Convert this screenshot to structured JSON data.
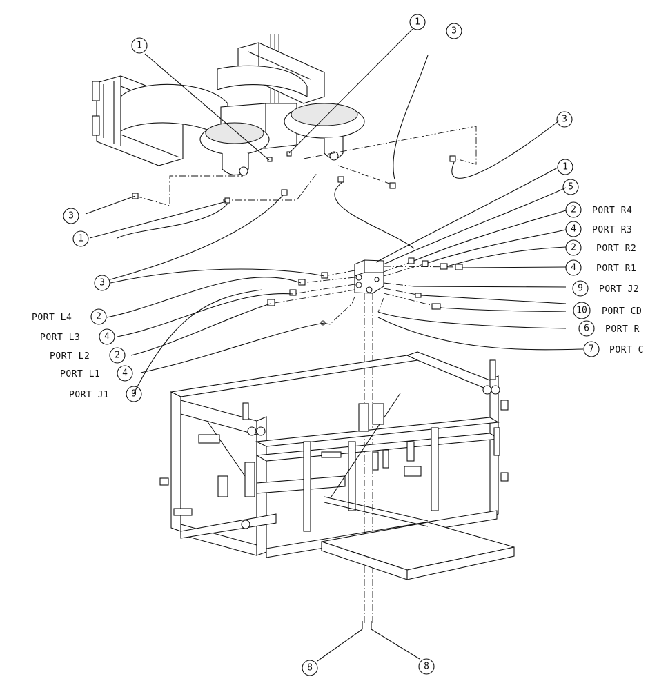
{
  "callouts": [
    {
      "id": "c-top-1a",
      "num": "1"
    },
    {
      "id": "c-top-1b",
      "num": "1"
    },
    {
      "id": "c-top-3a",
      "num": "3"
    },
    {
      "id": "c-3-right",
      "num": "3"
    },
    {
      "id": "c-1-right",
      "num": "1"
    },
    {
      "id": "c-5-right",
      "num": "5"
    },
    {
      "id": "c-3-left",
      "num": "3"
    },
    {
      "id": "c-1-left",
      "num": "1"
    },
    {
      "id": "c-3-mid",
      "num": "3"
    },
    {
      "id": "c-8-left",
      "num": "8"
    },
    {
      "id": "c-8-right",
      "num": "8"
    }
  ],
  "ports_right": [
    {
      "num": "2",
      "label": "PORT R4"
    },
    {
      "num": "4",
      "label": "PORT R3"
    },
    {
      "num": "2",
      "label": "PORT R2"
    },
    {
      "num": "4",
      "label": "PORT R1"
    },
    {
      "num": "9",
      "label": "PORT J2"
    },
    {
      "num": "10",
      "label": "PORT CD"
    },
    {
      "num": "6",
      "label": "PORT R"
    },
    {
      "num": "7",
      "label": "PORT C"
    }
  ],
  "ports_left": [
    {
      "num": "2",
      "label": "PORT L4"
    },
    {
      "num": "4",
      "label": "PORT L3"
    },
    {
      "num": "2",
      "label": "PORT L2"
    },
    {
      "num": "4",
      "label": "PORT L1"
    },
    {
      "num": "9",
      "label": "PORT J1"
    }
  ]
}
